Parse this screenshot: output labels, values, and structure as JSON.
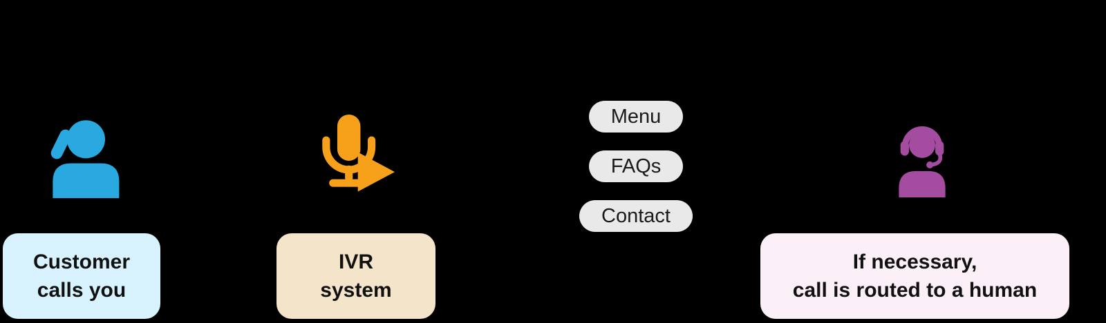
{
  "nodes": {
    "customer": {
      "line1": "Customer",
      "line2": "calls you"
    },
    "ivr": {
      "line1": "IVR",
      "line2": "system"
    },
    "options": {
      "items": [
        "Menu",
        "FAQs",
        "Contact"
      ]
    },
    "agent": {
      "line1": "If necessary,",
      "line2": "call is routed to a human"
    }
  },
  "icons": {
    "customer": "person-on-phone-icon",
    "ivr": "microphone-play-icon",
    "agent": "support-agent-headset-icon"
  },
  "colors": {
    "background": "#000000",
    "customer_icon": "#29A9DF",
    "customer_box": "#D8F3FD",
    "ivr_icon": "#F7A11B",
    "ivr_box": "#F3E4CA",
    "pill_bg": "#E9E9E9",
    "pill_text": "#1A1A1A",
    "agent_icon": "#A44CA0",
    "agent_box": "#FBEFF8",
    "label_text": "#111111"
  }
}
